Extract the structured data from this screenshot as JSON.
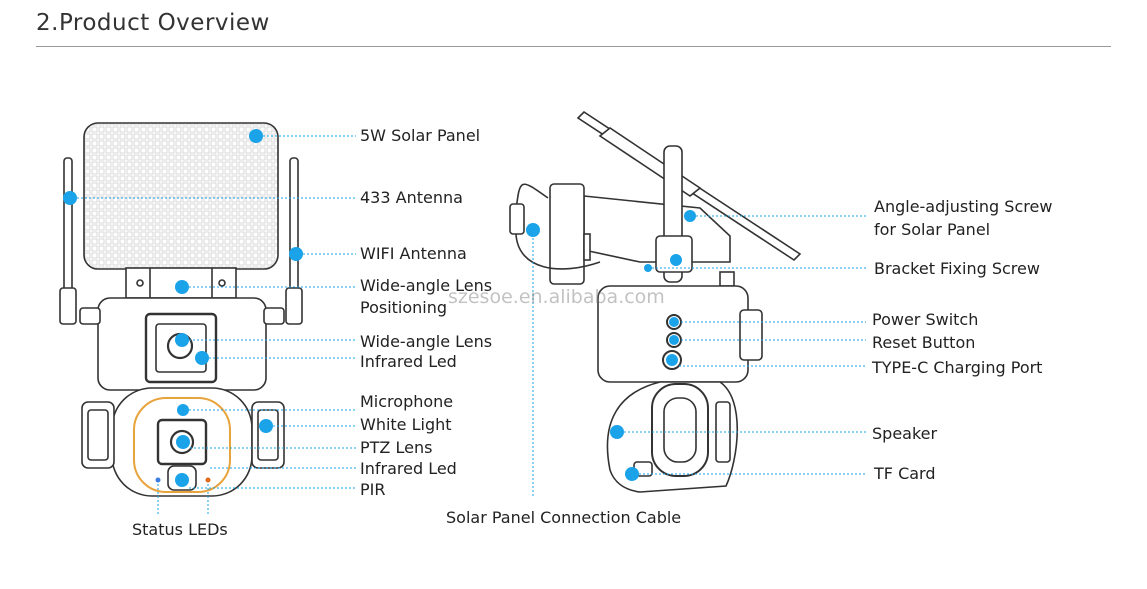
{
  "heading": "2.Product Overview",
  "accent_color": "#1aa3e8",
  "watermark": "szesoe.en.alibaba.com",
  "left_labels": {
    "solar_panel": "5W Solar Panel",
    "antenna_433": "433 Antenna",
    "wifi_antenna": "WIFI Antenna",
    "wide_lens_positioning_1": "Wide-angle Lens",
    "wide_lens_positioning_2": "Positioning",
    "wide_lens_ir_1": "Wide-angle Lens",
    "wide_lens_ir_2": "Infrared Led",
    "microphone": "Microphone",
    "white_light": "White Light",
    "ptz_lens": "PTZ Lens",
    "infrared_led": "Infrared Led",
    "pir": "PIR",
    "status_leds": "Status LEDs"
  },
  "right_labels": {
    "angle_screw_1": "Angle-adjusting Screw",
    "angle_screw_2": "for Solar Panel",
    "bracket_screw": "Bracket Fixing Screw",
    "power_switch": "Power Switch",
    "reset_button": "Reset Button",
    "typec_port": "TYPE-C Charging Port",
    "speaker": "Speaker",
    "tf_card": "TF Card",
    "cable": "Solar Panel Connection Cable"
  }
}
